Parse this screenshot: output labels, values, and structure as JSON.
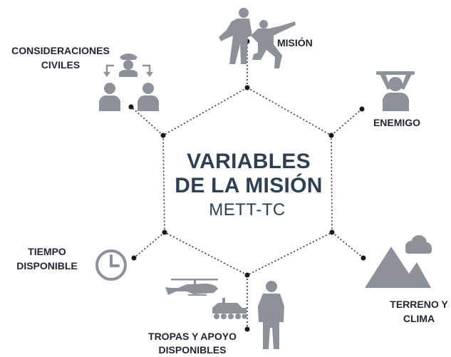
{
  "center": {
    "title_line1": "VARIABLES",
    "title_line2": "DE LA MISIÓN",
    "subtitle": "METT-TC"
  },
  "nodes": {
    "mision": "MISIÓN",
    "enemigo": "ENEMIGO",
    "terreno_line1": "TERRENO Y",
    "terreno_line2": "CLIMA",
    "tropas_line1": "TROPAS Y APOYO",
    "tropas_line2": "DISPONIBLES",
    "tiempo_line1": "TIEMPO",
    "tiempo_line2": "DISPONIBLE",
    "civiles_line1": "CONSIDERACIONES",
    "civiles_line2": "CIVILES"
  },
  "icons": {
    "mision": "soldiers-pointing-icon",
    "enemigo": "surrendering-soldier-icon",
    "terreno": "mountain-cloud-icon",
    "tropas": "helicopter-tank-soldier-icon",
    "tiempo": "clock-icon",
    "civiles": "civilians-officer-icon"
  },
  "colors": {
    "icon_gray": "#8d9198",
    "title_navy": "#2f3f52"
  }
}
